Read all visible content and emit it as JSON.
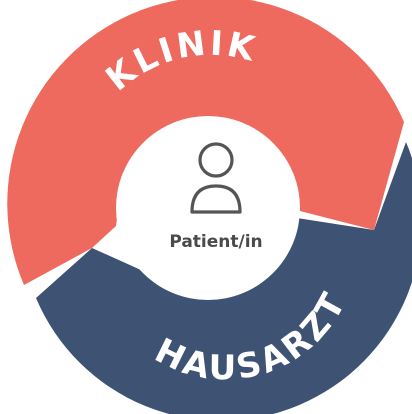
{
  "diagram": {
    "top_label": "KLINIK",
    "bottom_label": "HAUSARZT",
    "center_label": "Patient/in",
    "center_icon": "person-icon",
    "colors": {
      "top": "#EE6A5F",
      "bottom": "#3E5274",
      "center": "#ffffff",
      "icon": "#555555",
      "text_on_ring": "#ffffff"
    }
  }
}
